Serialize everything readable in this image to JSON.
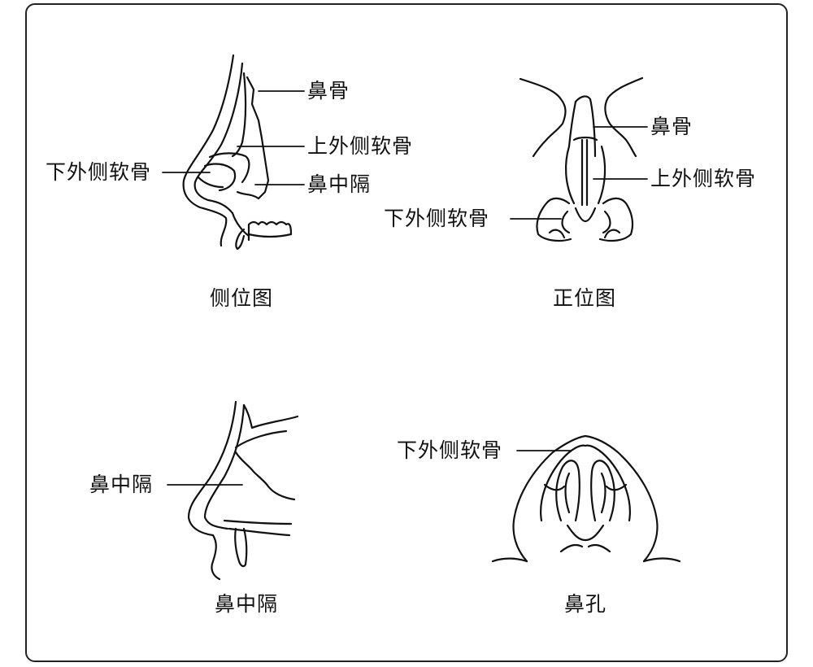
{
  "panels": {
    "side_view": {
      "caption": "侧位图",
      "labels": {
        "nasal_bone": "鼻骨",
        "upper_lateral_cartilage": "上外侧软骨",
        "lower_lateral_cartilage": "下外侧软骨",
        "septum": "鼻中隔"
      }
    },
    "front_view": {
      "caption": "正位图",
      "labels": {
        "nasal_bone": "鼻骨",
        "upper_lateral_cartilage": "上外侧软骨",
        "lower_lateral_cartilage": "下外侧软骨"
      }
    },
    "septum_view": {
      "caption": "鼻中隔",
      "labels": {
        "septum": "鼻中隔"
      }
    },
    "nostril_view": {
      "caption": "鼻孔",
      "labels": {
        "lower_lateral_cartilage": "下外侧软骨"
      }
    }
  }
}
